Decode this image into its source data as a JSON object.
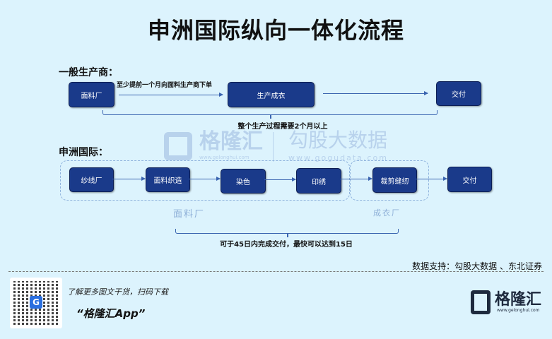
{
  "title": "申洲国际纵向一体化流程",
  "general": {
    "label": "一般生产商：",
    "steps": [
      "面料厂",
      "生产成衣",
      "交付"
    ],
    "arrow_note": "至少提前一个月向面料生产商下单",
    "summary": "整个生产过程需要2个月以上"
  },
  "shenzhou": {
    "label": "申洲国际：",
    "steps": [
      "纱线厂",
      "面料织造",
      "染色",
      "印绣",
      "裁剪缝纫",
      "交付"
    ],
    "groups": [
      "面料厂",
      "成衣厂"
    ],
    "summary": "可于45日内完成交付，最快可以达到15日"
  },
  "watermark": {
    "brand": "格隆汇",
    "brand_url": "www.gelonghui.com",
    "data_brand": "勾股大数据",
    "data_url": "www.gogudata.com"
  },
  "footer": {
    "source": "数据支持：勾股大数据 、东北证券",
    "promo": "了解更多图文干货，扫码下载",
    "app": "“格隆汇App”",
    "logo": "格隆汇",
    "logo_url": "www.gelonghui.com"
  },
  "colors": {
    "box": "#1a3a8a",
    "background": "#dcf3fd"
  }
}
